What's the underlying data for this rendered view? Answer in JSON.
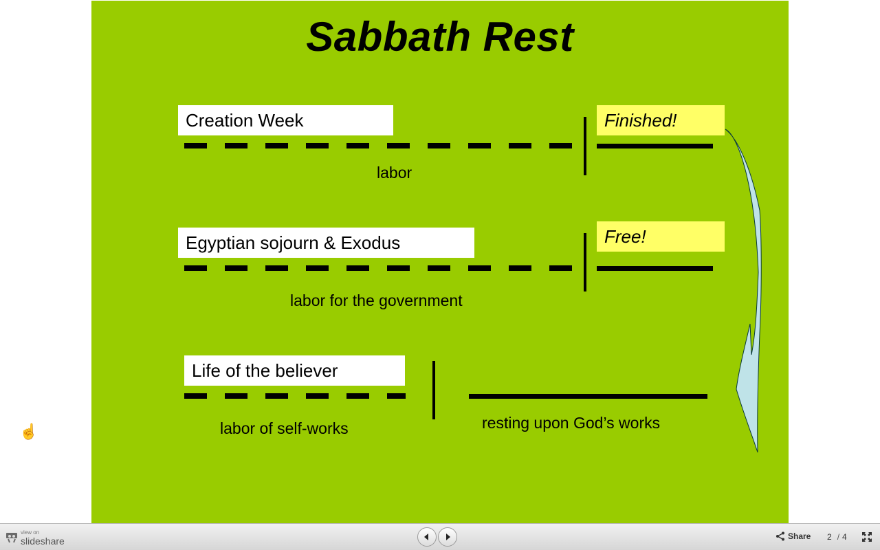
{
  "slide": {
    "title": "Sabbath Rest",
    "row1": {
      "label": "Creation Week",
      "result": "Finished!",
      "caption": "labor"
    },
    "row2": {
      "label": "Egyptian sojourn & Exodus",
      "result": "Free!",
      "caption": "labor for the government"
    },
    "row3": {
      "label": "Life of the believer",
      "caption_left": "labor of self-works",
      "caption_right": "resting upon God’s works"
    }
  },
  "toolbar": {
    "brand_small": "view on",
    "brand_name": "slideshare",
    "share_label": "Share",
    "current_page": "2",
    "total_pages": "4"
  },
  "icons": {
    "brand": "slideshare-logo-icon",
    "prev": "arrow-left-icon",
    "next": "arrow-right-icon",
    "share": "share-icon",
    "fullscreen": "fullscreen-icon",
    "cursor": "hand-pointer-icon"
  },
  "colors": {
    "slide_bg": "#99cc00",
    "label_bg": "#ffffff",
    "result_bg": "#ffff66",
    "brace_fill": "#bfe3e8"
  }
}
